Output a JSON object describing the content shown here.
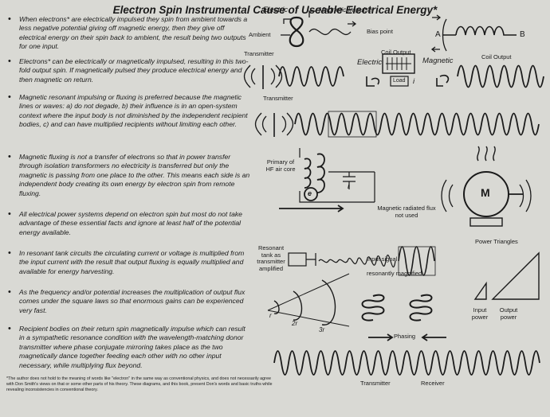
{
  "title": "Electron Spin Instrumental Cause of Useable Electrical Energy*",
  "bullets": [
    "When electrons* are electrically impulsed they spin from ambient towards a less negative potential giving off magnetic energy, then they give off electrical energy on their spin back to ambient, the result being two outputs for one input.",
    "Electrons* can be electrically or magnetically impulsed, resulting in this two-fold output spin. If magnetically pulsed they produce electrical energy and then magnetic on return.",
    "Magnetic resonant impulsing or fluxing is preferred because the magnetic lines or waves: a) do not degade, b) their influence is in an open-system context where the input body is not diminished by the independent recipient bodies, c) and can have multiplied recipients without limiting each other.",
    "Magnetic fluxing is not a transfer of electrons so that in power transfer through isolation transformers no electricity is transferred but only the magnetic is passing from one place to the other. This means each side is an independent body creating its own energy by electron spin from remote fluxing.",
    "All electrical power systems depend on electron spin but most do not take advantage of these essential facts and ignore at least half of the potential energy available.",
    "In resonant tank circuits the circulating current or voltage is multiplied from the input current with the result that output fluxing is equally multiplied and available for energy harvesting.",
    "As the frequency and/or potential increases the multiplication of output flux comes under the square laws so that enormous gains can be experienced very fast.",
    "Recipient bodies on their return spin magnetically impulse which can result in a sympathetic resonance condition with the wavelength-matching donor transmitter where phase conjugate mirroring takes place as the two magnetically dance together feeding each other with no other input necessary, while multiplying flux beyond."
  ],
  "bullet_symbol": "•",
  "footnote": "*The author does not hold to the meaning of words like \"electron\" in the same way as conventional physics, and does not necessarily agree with Don Smith's views on that or some other parts of his theory. These diagrams, and this book, present Don's words and basic truths while revealing inconsistencies in conventional theory.",
  "labels": {
    "electric": "Electric",
    "magnetic_impulse": "Magnetic Impulse",
    "ambient": "Ambient",
    "bias_point": "Bias point",
    "coil_a": "A",
    "coil_b": "B",
    "transmitter": "Transmitter",
    "coil_output": "Coil Output",
    "electric2": "Electric",
    "magnetic2": "Magnetic",
    "load": "Load",
    "i_label": "i",
    "primary_hf": "Primary of HF air core",
    "e_label": "e",
    "motor_m": "M",
    "magnetic_radiated": "Magnetic radiated flux not used",
    "resonant_tank": "Resonant tank as transmitter amplified",
    "input_signal": "Input signal",
    "resonantly_magnified": "resonantly magnified",
    "power_triangles": "Power Triangles",
    "input_power": "Input power",
    "output_power": "Output power",
    "r": "r",
    "r2": "2r",
    "r3": "3r",
    "phasing": "Phasing",
    "transmitter3": "Transmitter",
    "receiver": "Receiver"
  },
  "icons": {
    "antenna": "antenna-icon",
    "motor": "motor-icon",
    "heat": "heat-waves-icon"
  }
}
